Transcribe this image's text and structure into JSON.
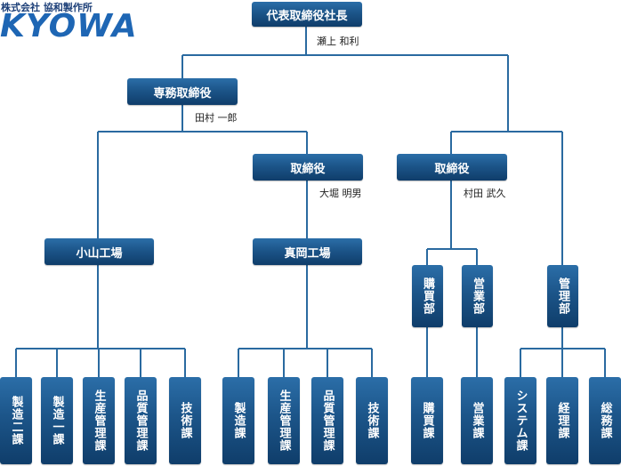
{
  "logo": {
    "company": "株式会社 協和製作所",
    "wordmark": "KYOWA"
  },
  "org": {
    "president": {
      "title": "代表取締役社長",
      "person": "瀬上 和利"
    },
    "managing_director": {
      "title": "専務取締役",
      "person": "田村 一郎"
    },
    "director_plants": {
      "title": "取締役",
      "person": "大堀 明男"
    },
    "director_admin": {
      "title": "取締役",
      "person": "村田 武久"
    },
    "koyama_plant": {
      "title": "小山工場"
    },
    "moka_plant": {
      "title": "真岡工場"
    },
    "purchasing_dept": {
      "title": "購買部"
    },
    "sales_dept": {
      "title": "営業部"
    },
    "admin_dept": {
      "title": "管理部"
    },
    "sections": {
      "koyama": [
        "製造二課",
        "製造一課",
        "生産管理課",
        "品質管理課",
        "技術課"
      ],
      "moka": [
        "製造課",
        "生産管理課",
        "品質管理課",
        "技術課"
      ],
      "purchasing": [
        "購買課"
      ],
      "sales": [
        "営業課"
      ],
      "admin": [
        "システム課",
        "経理課",
        "総務課"
      ]
    }
  },
  "colors": {
    "box": "#1c5589",
    "line": "#2a6aa0",
    "logo": "#1e66b4"
  }
}
